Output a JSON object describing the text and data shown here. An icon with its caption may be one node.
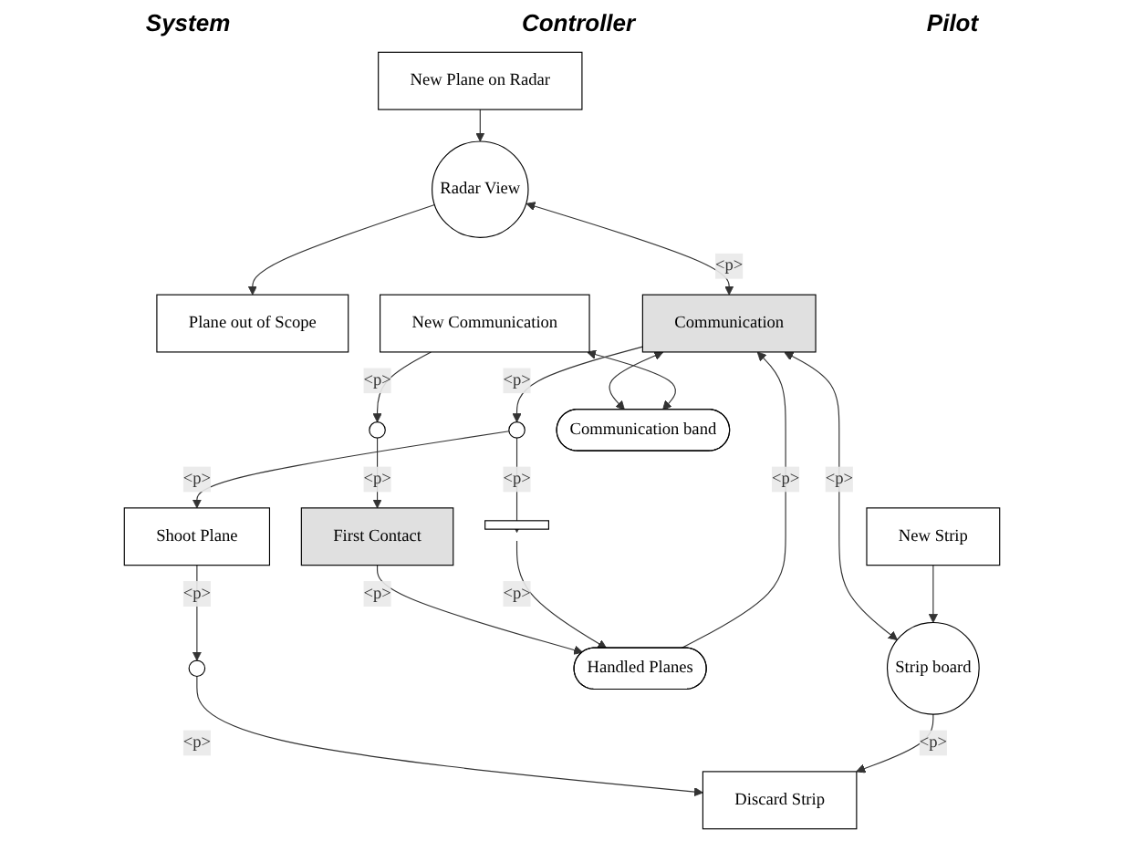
{
  "diagram": {
    "nodes": [
      {
        "text": [
          "New Plane on Radar"
        ]
      },
      {
        "text": [
          "Plane out of Scope"
        ]
      },
      {
        "text": [
          "New Strip"
        ]
      },
      {
        "text": [
          "Radar View"
        ]
      },
      {
        "text": [
          "Strip board"
        ]
      },
      {
        "text": [],
        "shape": "circle"
      },
      {
        "text": [
          "First Contact"
        ]
      },
      {
        "text": [
          "Handled Planes"
        ]
      },
      {
        "text": [
          "Communication"
        ]
      },
      {
        "text": [],
        "shape": "circle"
      },
      {
        "text": [
          "Shoot Plane"
        ]
      },
      {
        "text": [],
        "shape": "circle"
      },
      {
        "text": [
          "Discard Strip"
        ]
      },
      {
        "text": [],
        "shape": "bar"
      },
      {
        "text": [
          "New Communication"
        ]
      },
      {
        "text": [
          "Communication band"
        ]
      }
    ],
    "edges": [
      {
        "from": 14,
        "to": 5,
        "arrow": "to",
        "label": "<p>"
      },
      {
        "from": 5,
        "to": 6,
        "arrow": "to",
        "label": "<p>"
      },
      {
        "from": 6,
        "to": 7,
        "arrow": "to",
        "label": "<p>"
      },
      {
        "from": 7,
        "to": 8,
        "arrow": "to",
        "label": "<p>"
      },
      {
        "from": 0,
        "to": 3,
        "arrow": "to"
      },
      {
        "from": 3,
        "to": 8,
        "arrow": "both",
        "label": "<p>"
      },
      {
        "from": 3,
        "to": 1,
        "arrow": "to"
      },
      {
        "from": 8,
        "to": 4,
        "arrow": "both",
        "label": "<p>"
      },
      {
        "from": 2,
        "to": 4,
        "arrow": "to"
      },
      {
        "from": 8,
        "to": 9,
        "arrow": "to",
        "label": "<p>"
      },
      {
        "from": 9,
        "to": 13,
        "arrow": "to",
        "label": "<p>"
      },
      {
        "from": 13,
        "to": 7,
        "arrow": "to",
        "label": "<p>"
      },
      {
        "from": 8,
        "to": 15,
        "arrow": "both"
      },
      {
        "from": 14,
        "to": 15,
        "arrow": "both"
      },
      {
        "from": 9,
        "to": 10,
        "arrow": "to",
        "label": "<p>"
      },
      {
        "from": 10,
        "to": 11,
        "arrow": "to",
        "label": "<p>"
      },
      {
        "from": 11,
        "to": 12,
        "arrow": "to",
        "label": "<p>"
      },
      {
        "from": 4,
        "to": 12,
        "arrow": "to",
        "label": "<p>"
      }
    ],
    "labels": [
      "System",
      "Controller",
      "Pilot"
    ]
  }
}
